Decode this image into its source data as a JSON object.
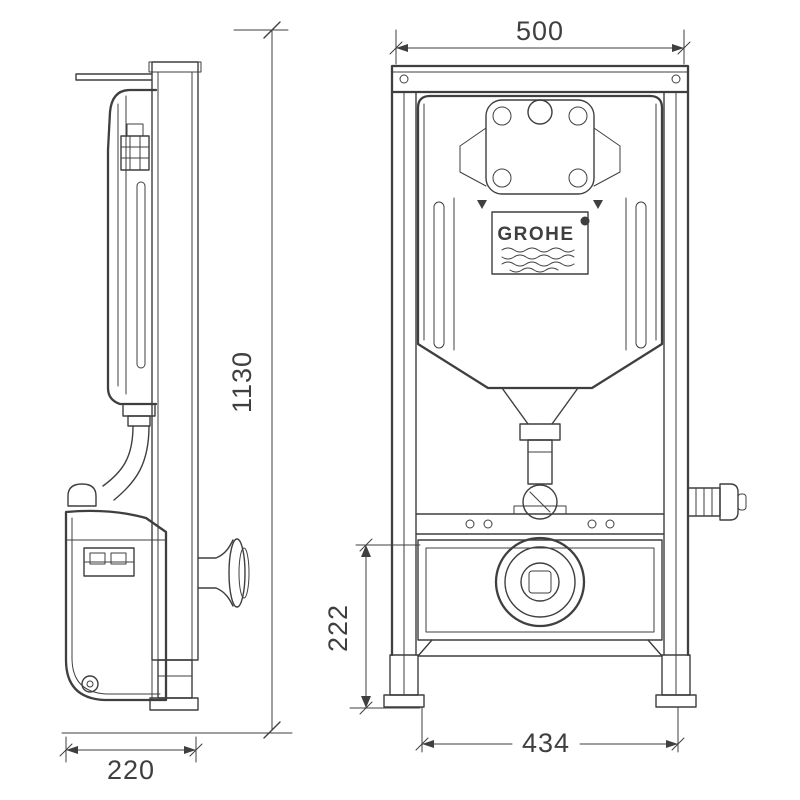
{
  "colors": {
    "line": "#3f3f3f",
    "background": "#ffffff"
  },
  "brand": {
    "logo_text": "GROHE"
  },
  "dimensions": {
    "top_width": "500",
    "height": "1130",
    "depth": "220",
    "bottom_width": "434",
    "outlet_height": "222"
  }
}
